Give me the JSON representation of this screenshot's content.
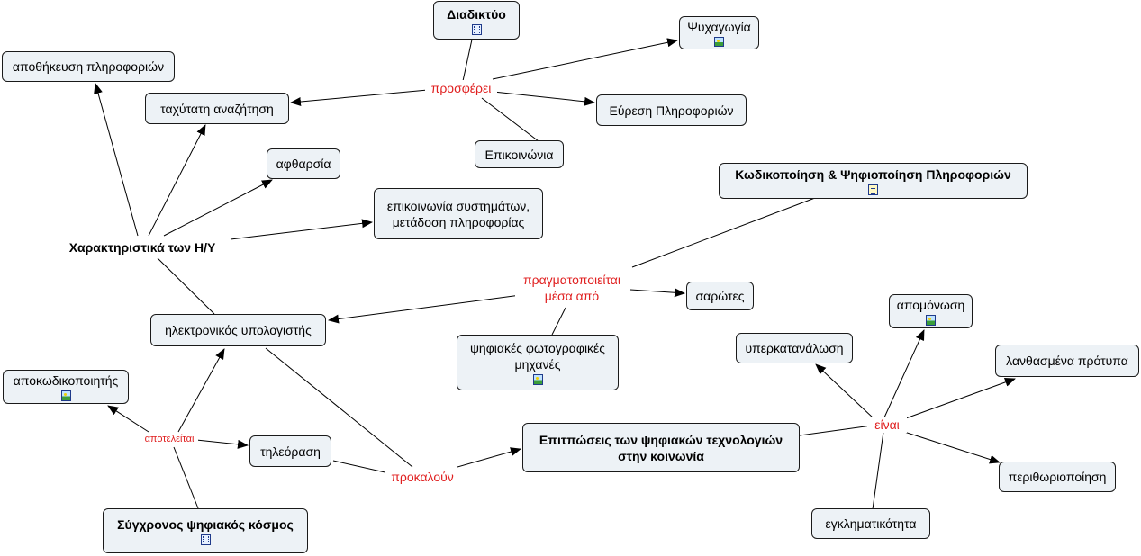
{
  "nodes": {
    "diadiktyo": {
      "text": "Διαδικτύο",
      "icon": "film-icon"
    },
    "psychagogia": {
      "text": "Ψυχαγωγία",
      "icon": "image-icon"
    },
    "apothikeusi": {
      "text": "αποθήκευση πληροφοριών"
    },
    "taxytati": {
      "text": "ταχύτατη αναζήτηση"
    },
    "eyresi": {
      "text": "Εύρεση Πληροφοριών"
    },
    "epikoinonia": {
      "text": "Επικοινώνια"
    },
    "aftharsia": {
      "text": "αφθαρσία"
    },
    "kodikopoiisi": {
      "text": "Κωδικοποίηση & Ψηφιοποίηση Πληροφοριών",
      "icon": "document-icon"
    },
    "epikoinonia_systimaton": {
      "line1": "επικοινωνία συστημάτων,",
      "line2": "μετάδοση πληροφορίας"
    },
    "sarotes": {
      "text": "σαρώτες"
    },
    "ilektronikos": {
      "text": "ηλεκτρονικός υπολογιστής"
    },
    "psifiakes": {
      "line1": "ψηφιακές φωτογραφικές",
      "line2": "μηχανές",
      "icon": "image-icon"
    },
    "apomonosi": {
      "text": "απομόνωση",
      "icon": "image-icon"
    },
    "yperkatanalosi": {
      "text": "υπερκατανάλωση"
    },
    "lanthasmena": {
      "text": "λανθασμένα πρότυπα"
    },
    "apokodikopoiitis": {
      "text": "αποκωδικοποιητής",
      "icon": "image-icon"
    },
    "tileorasi": {
      "text": "τηλεόραση"
    },
    "epiptoseis": {
      "line1": "Επιτπώσεις των ψηφιακών τεχνολογιών",
      "line2": "στην κοινωνία"
    },
    "perithoriopoiisi": {
      "text": "περιθωριοποίηση"
    },
    "egklimatikotita": {
      "text": "εγκληματικότητα"
    },
    "sygxronos": {
      "text": "Σύγχρονος ψηφιακός κόσμος",
      "icon": "film-icon"
    }
  },
  "labels": {
    "charaktiristika": "Χαρακτηριστικά των Η/Υ",
    "prosferei": "προσφέρει",
    "pragmatopoieitai_1": "πραγματοποιείται",
    "pragmatopoieitai_2": "μέσα από",
    "apoteleitai": "αποτελείται",
    "prokaloun": "προκαλούν",
    "einai": "είναι"
  },
  "colors": {
    "node_fill": "#edf2f6",
    "node_border": "#1a1a1a",
    "link_label": "#e02020",
    "line": "#000000"
  }
}
